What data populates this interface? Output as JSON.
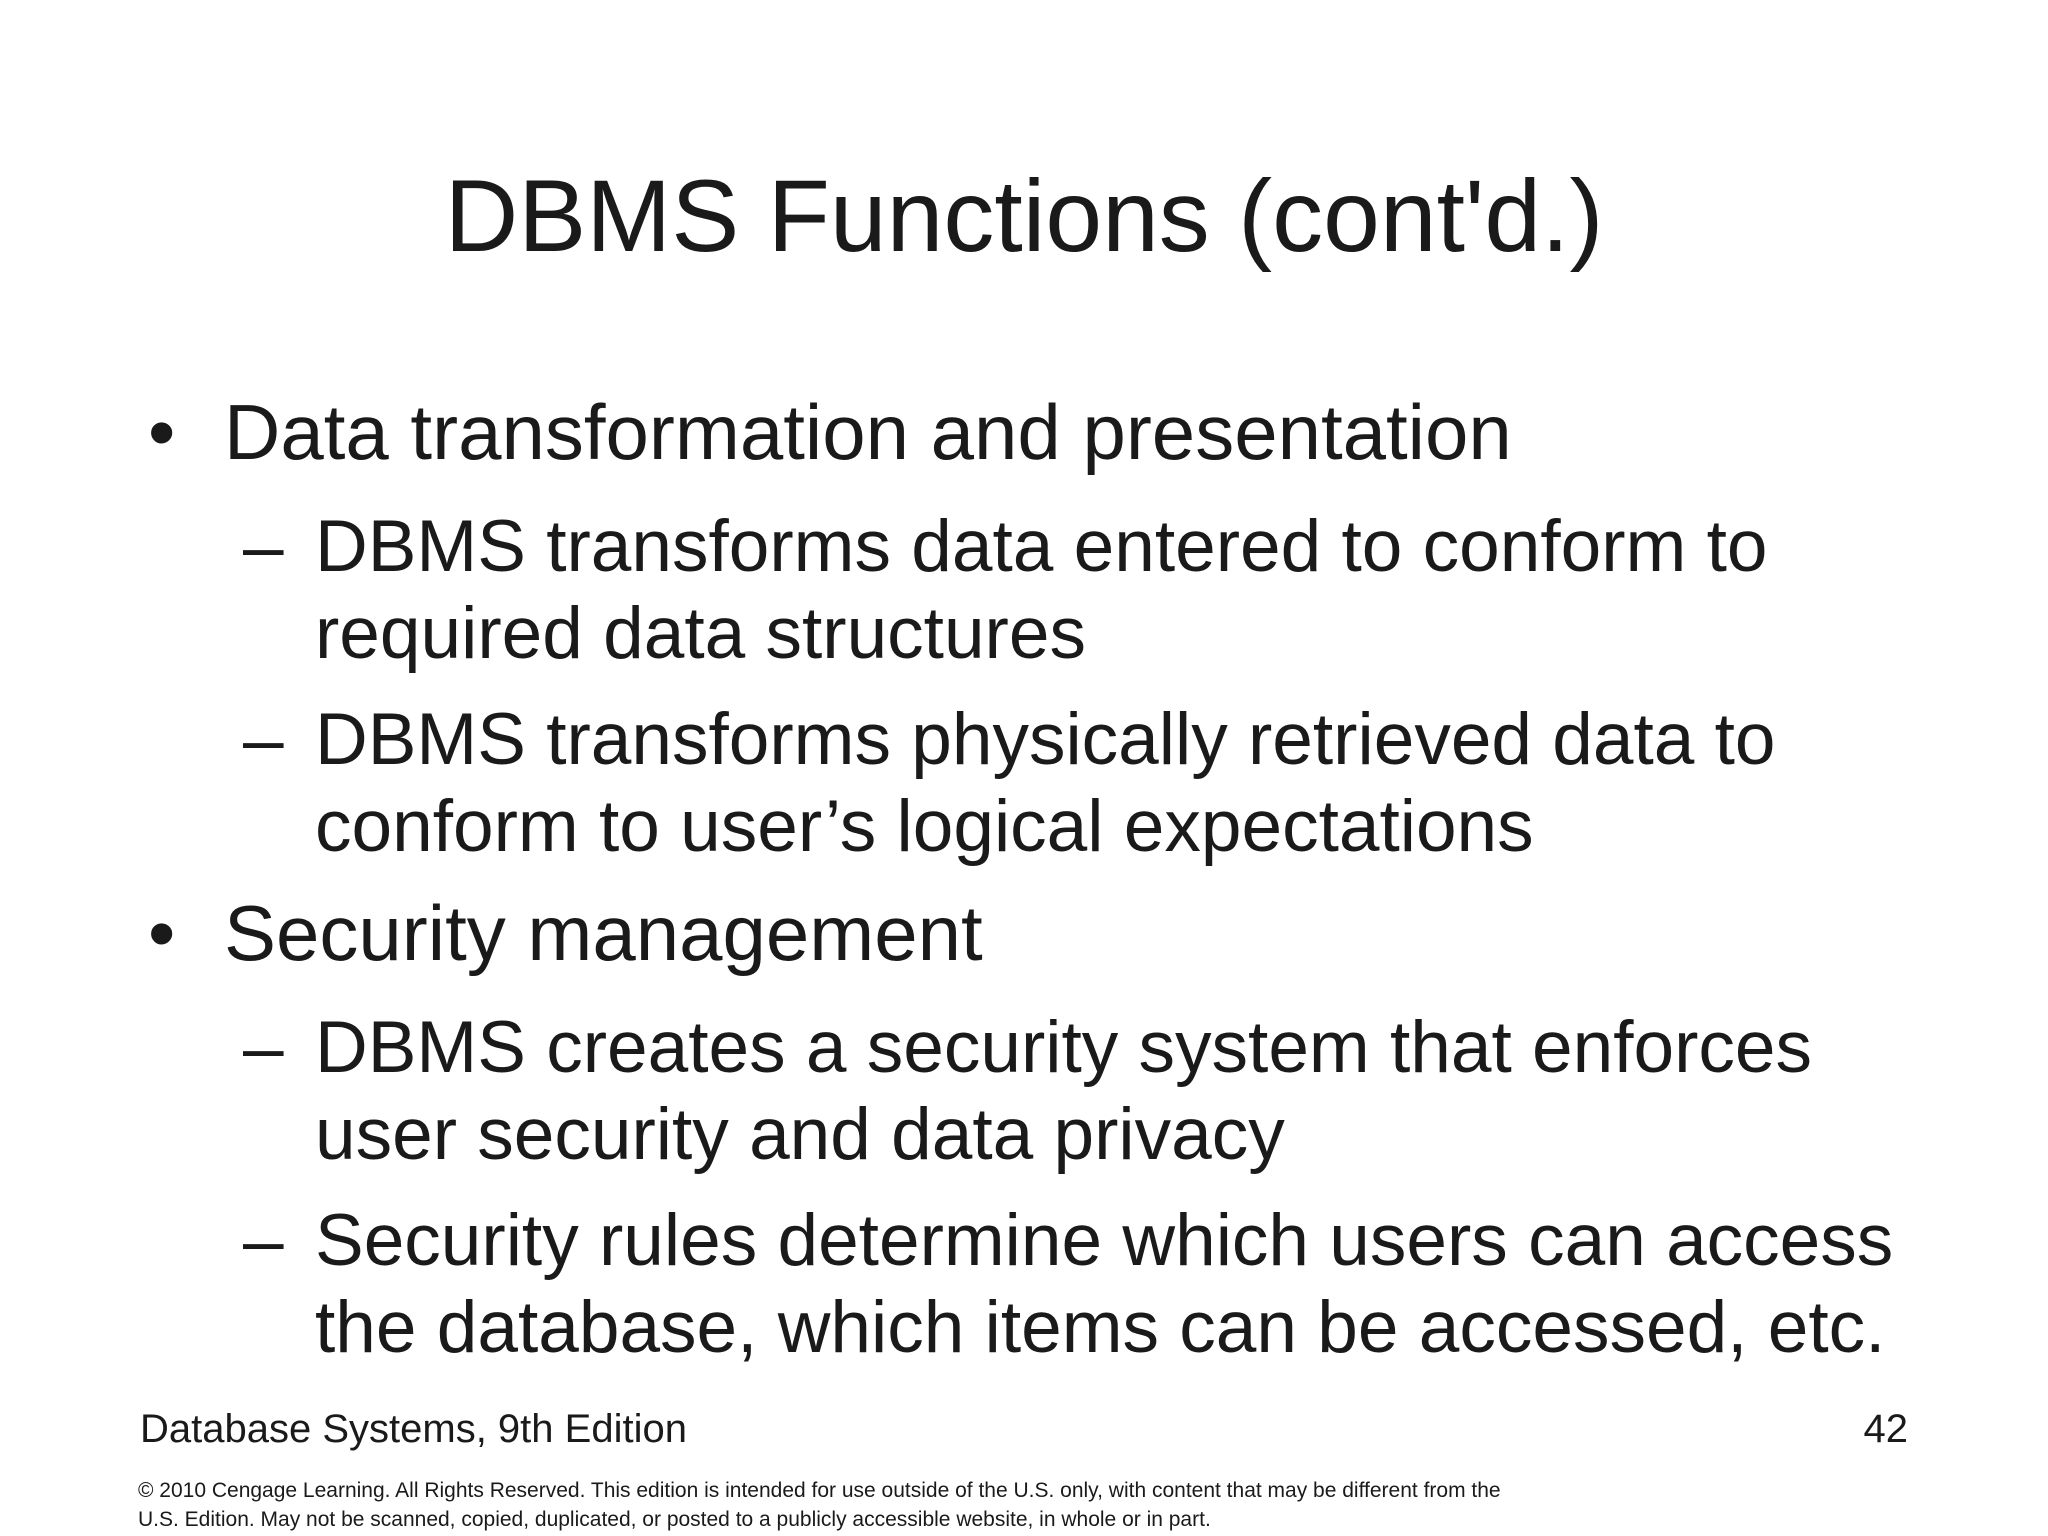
{
  "slide": {
    "title": "DBMS Functions (cont'd.)",
    "markers": {
      "level1": "•",
      "level2": "–"
    },
    "bullets": [
      {
        "level": 1,
        "text": "Data transformation and presentation"
      },
      {
        "level": 2,
        "text": "DBMS transforms data entered to conform to required data structures"
      },
      {
        "level": 2,
        "text": "DBMS transforms physically retrieved data to conform to user’s logical expectations"
      },
      {
        "level": 1,
        "text": "Security management"
      },
      {
        "level": 2,
        "text": "DBMS creates a security system that enforces user security and data privacy"
      },
      {
        "level": 2,
        "text": "Security rules determine which users can access the database, which items can be accessed, etc."
      }
    ],
    "footer": {
      "book_title": "Database Systems, 9th Edition",
      "page_number": "42"
    },
    "copyright": {
      "line1": "© 2010 Cengage Learning. All Rights Reserved. This edition is intended for use outside of the U.S. only, with content that may be different from the",
      "line2": "U.S. Edition. May not be scanned, copied, duplicated, or posted to a publicly accessible website, in whole or in part."
    },
    "colors": {
      "background": "#ffffff",
      "text": "#1a1a1a"
    }
  }
}
